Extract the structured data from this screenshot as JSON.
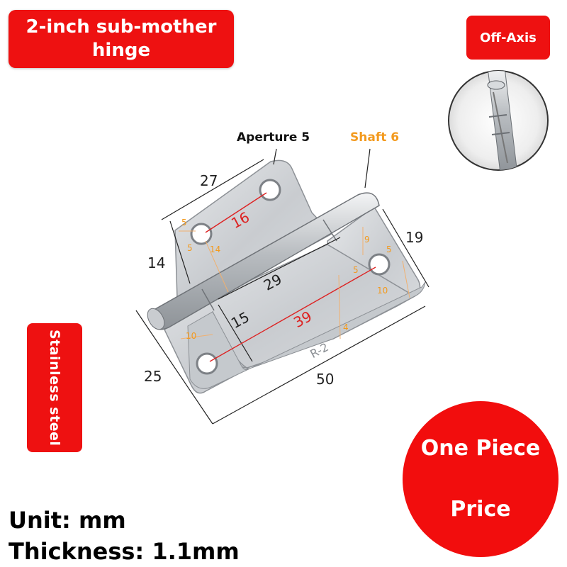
{
  "title": {
    "line1": "2-inch sub-mother",
    "line2": "hinge"
  },
  "off_axis_label": "Off-Axis",
  "material_label": "Stainless steel",
  "price": {
    "line1": "One Piece",
    "line2": "Price"
  },
  "unit": {
    "unit_line": "Unit: mm",
    "thickness_line": "Thickness: 1.1mm"
  },
  "callouts": {
    "aperture": "Aperture 5",
    "shaft": "Shaft 6"
  },
  "dimensions": {
    "top_width": "27",
    "left_height": "14",
    "right_height": "19",
    "bottom_left": "25",
    "total_width": "50",
    "slot_width": "29",
    "slot_depth": "15",
    "hole_spacing_top": "16",
    "hole_spacing_bottom": "39",
    "edge_5a": "5",
    "edge_5b": "5",
    "edge_14": "14",
    "edge_9": "9",
    "edge_5c": "5",
    "edge_5d": "5",
    "edge_10a": "10",
    "edge_10b": "10",
    "edge_4": "4",
    "stamp": "R-2"
  },
  "colors": {
    "badge_red": "#ee1111",
    "shaft_orange": "#f39a1e",
    "dim_red": "#dd2222"
  }
}
